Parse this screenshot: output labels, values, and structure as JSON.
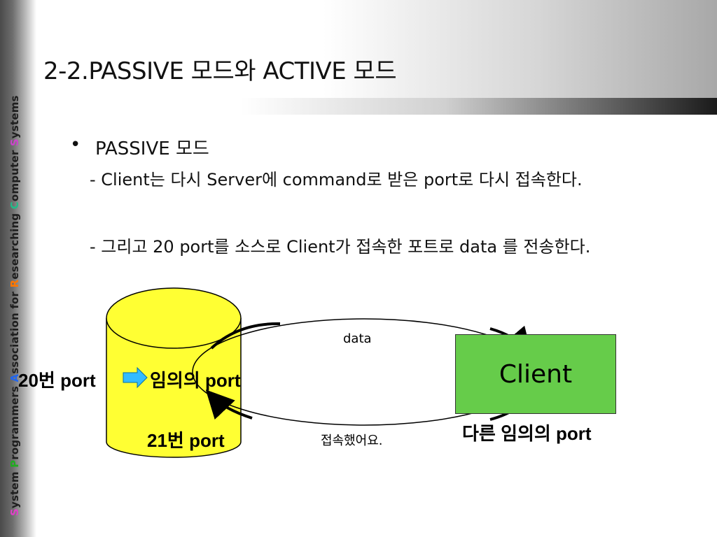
{
  "sidebar": {
    "words": [
      {
        "cap": "S",
        "rest": "ystem ",
        "color": "#e040c8"
      },
      {
        "cap": "P",
        "rest": "rogrammers ",
        "color": "#22aa22"
      },
      {
        "cap": "A",
        "rest": "ssociation ",
        "color": "#2266ee"
      },
      {
        "cap": "",
        "rest": "for ",
        "color": "#1e1e1e"
      },
      {
        "cap": "R",
        "rest": "esearching ",
        "color": "#ff7700"
      },
      {
        "cap": "C",
        "rest": "omputer ",
        "color": "#22bb88"
      },
      {
        "cap": "S",
        "rest": "ystems",
        "color": "#cc44cc"
      }
    ]
  },
  "slide": {
    "title": "2-2.PASSIVE 모드와 ACTIVE 모드",
    "bullet": {
      "marker": "•",
      "text": "PASSIVE 모드"
    },
    "sub_items": [
      "- Client는 다시 Server에 command로 받은 port로 다시 접속한다.",
      "- 그리고 20 port를 소스로 Client가 접속한 포트로 data 를 전송한다."
    ]
  },
  "diagram": {
    "server_port_20": "20번 port",
    "server_random_port": "임의의 port",
    "server_port_21": "21번 port",
    "data_label": "data",
    "connected_label": "접속했어요.",
    "client_label": "Client",
    "client_port": "다른 임의의 port",
    "colors": {
      "cylinder": "#ffff33",
      "client": "#66cc4a",
      "arrow": "#33bbff"
    }
  }
}
